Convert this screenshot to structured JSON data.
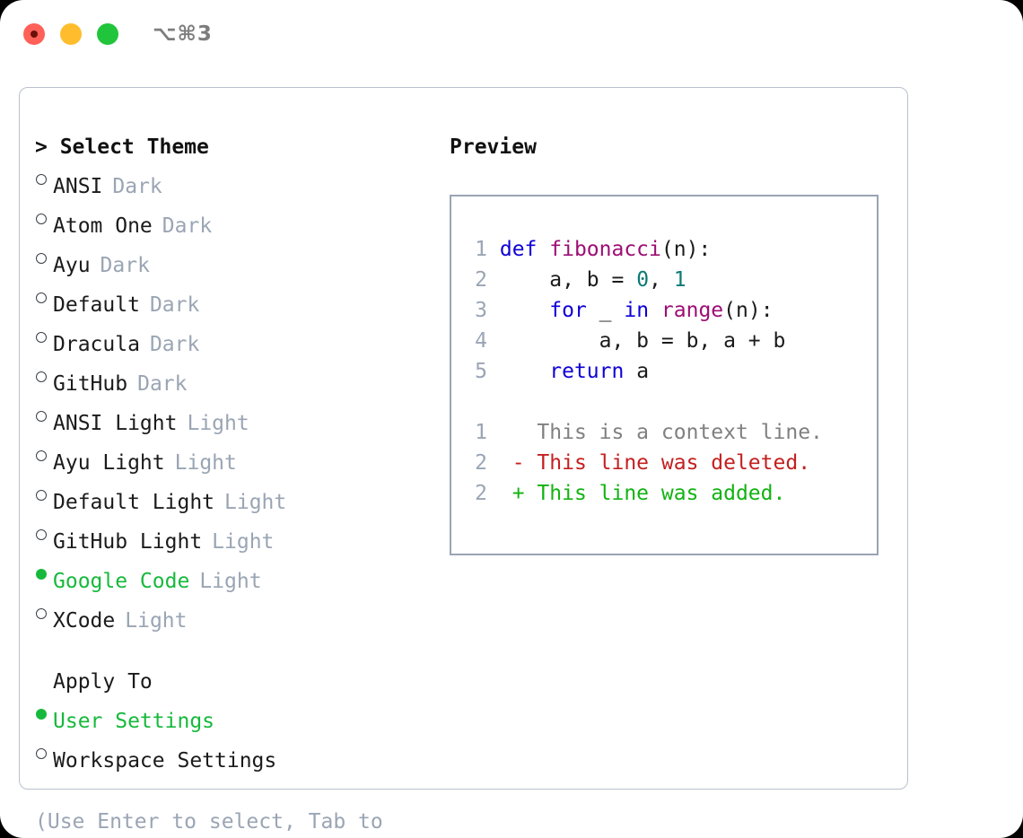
{
  "titlebar": {
    "shortcut": "⌥⌘3",
    "buttons": [
      {
        "name": "close",
        "color": "#ff6159"
      },
      {
        "name": "minimize",
        "color": "#ffbd2e"
      },
      {
        "name": "maximize",
        "color": "#21c53b"
      }
    ]
  },
  "theme_picker": {
    "header": "> Select Theme",
    "items": [
      {
        "marker": "o",
        "selected": false,
        "label": "ANSI",
        "tag": "Dark"
      },
      {
        "marker": "o",
        "selected": false,
        "label": "Atom One",
        "tag": "Dark"
      },
      {
        "marker": "o",
        "selected": false,
        "label": "Ayu",
        "tag": "Dark"
      },
      {
        "marker": "o",
        "selected": false,
        "label": "Default",
        "tag": "Dark"
      },
      {
        "marker": "o",
        "selected": false,
        "label": "Dracula",
        "tag": "Dark"
      },
      {
        "marker": "o",
        "selected": false,
        "label": "GitHub",
        "tag": "Dark"
      },
      {
        "marker": "o",
        "selected": false,
        "label": "ANSI Light",
        "tag": "Light"
      },
      {
        "marker": "o",
        "selected": false,
        "label": "Ayu Light",
        "tag": "Light"
      },
      {
        "marker": "o",
        "selected": false,
        "label": "Default Light",
        "tag": "Light"
      },
      {
        "marker": "o",
        "selected": false,
        "label": "GitHub Light",
        "tag": "Light"
      },
      {
        "marker": "●",
        "selected": true,
        "label": "Google Code",
        "tag": "Light"
      },
      {
        "marker": "o",
        "selected": false,
        "label": "XCode",
        "tag": "Light"
      }
    ]
  },
  "apply_to": {
    "header": "Apply To",
    "items": [
      {
        "marker": "●",
        "selected": true,
        "label": "User Settings"
      },
      {
        "marker": "o",
        "selected": false,
        "label": "Workspace Settings"
      }
    ]
  },
  "hint": "(Use Enter to select, Tab to change focus)",
  "preview": {
    "title": "Preview",
    "code_lines": [
      {
        "num": "1",
        "tokens": [
          {
            "t": "def ",
            "c": "kw"
          },
          {
            "t": "fibonacci",
            "c": "fn"
          },
          {
            "t": "(n):",
            "c": "txt"
          }
        ]
      },
      {
        "num": "2",
        "tokens": [
          {
            "t": "    a, b = ",
            "c": "txt"
          },
          {
            "t": "0",
            "c": "num"
          },
          {
            "t": ", ",
            "c": "txt"
          },
          {
            "t": "1",
            "c": "num"
          }
        ]
      },
      {
        "num": "3",
        "tokens": [
          {
            "t": "    ",
            "c": "txt"
          },
          {
            "t": "for",
            "c": "kw"
          },
          {
            "t": " _ ",
            "c": "txt"
          },
          {
            "t": "in",
            "c": "kw"
          },
          {
            "t": " ",
            "c": "txt"
          },
          {
            "t": "range",
            "c": "fn"
          },
          {
            "t": "(n):",
            "c": "txt"
          }
        ]
      },
      {
        "num": "4",
        "tokens": [
          {
            "t": "        a, b = b, a + b",
            "c": "txt"
          }
        ]
      },
      {
        "num": "5",
        "tokens": [
          {
            "t": "    ",
            "c": "txt"
          },
          {
            "t": "return",
            "c": "kw"
          },
          {
            "t": " a",
            "c": "txt"
          }
        ]
      }
    ],
    "diff_lines": [
      {
        "num": "1",
        "tokens": [
          {
            "t": "   This is a context line.",
            "c": "ctx"
          }
        ]
      },
      {
        "num": "2",
        "tokens": [
          {
            "t": " - This line was deleted.",
            "c": "del"
          }
        ]
      },
      {
        "num": "2",
        "tokens": [
          {
            "t": " + This line was added.",
            "c": "add"
          }
        ]
      }
    ]
  },
  "colors": {
    "accent_green": "#17b93c",
    "muted": "#9aa5b4",
    "keyword": "#0e00d6",
    "function": "#9c0e73",
    "number": "#0b7a75",
    "diff_deleted": "#c42020",
    "diff_added": "#12b312",
    "border": "#b9c1cc"
  }
}
